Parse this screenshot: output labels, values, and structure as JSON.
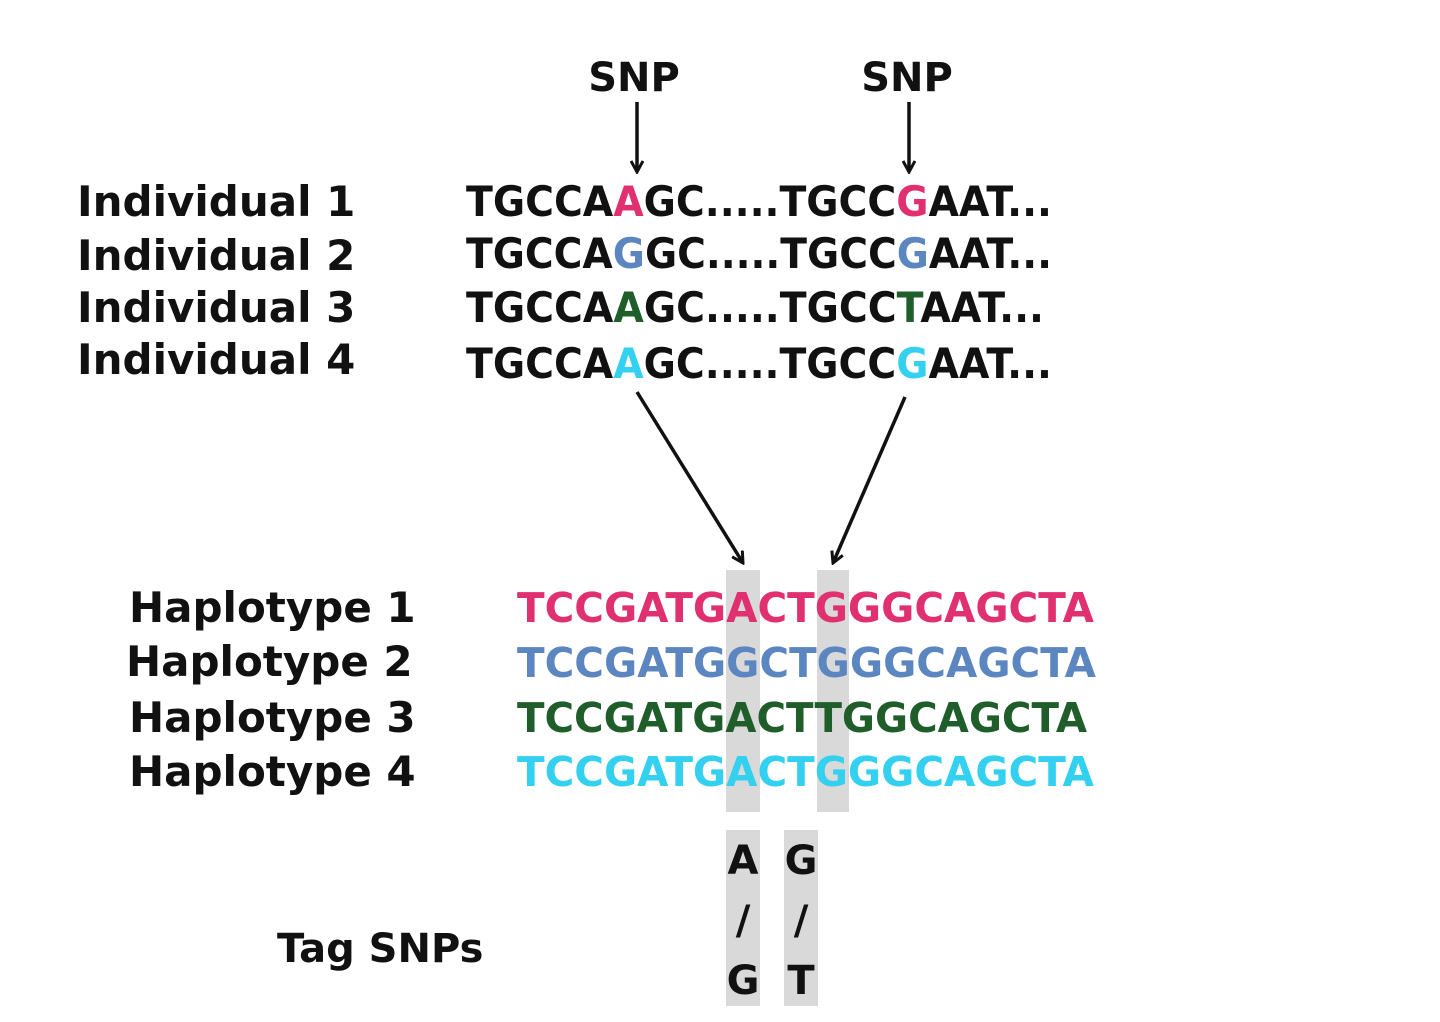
{
  "colors": {
    "text": "#111111",
    "haplotype_1": "#e0306f",
    "haplotype_2": "#5b86c0",
    "haplotype_3": "#1f5e2a",
    "haplotype_4": "#33d0f0",
    "shade": "#d9d9d9"
  },
  "snp_markers": [
    {
      "label": "SNP"
    },
    {
      "label": "SNP"
    }
  ],
  "individuals": [
    {
      "label": "Individual 1",
      "prefix": "TGCCA",
      "snp1": "A",
      "middle": "GC.....TGCC",
      "snp2": "G",
      "suffix": "AAT...",
      "color_key": "haplotype_1"
    },
    {
      "label": "Individual 2",
      "prefix": "TGCCA",
      "snp1": "G",
      "middle": "GC.....TGCC",
      "snp2": "G",
      "suffix": "AAT...",
      "color_key": "haplotype_2"
    },
    {
      "label": "Individual 3",
      "prefix": "TGCCA",
      "snp1": "A",
      "middle": "GC.....TGCC",
      "snp2": "T",
      "suffix": "AAT...",
      "color_key": "haplotype_3"
    },
    {
      "label": "Individual 4",
      "prefix": "TGCCA",
      "snp1": "A",
      "middle": "GC.....TGCC",
      "snp2": "G",
      "suffix": "AAT...",
      "color_key": "haplotype_4"
    }
  ],
  "haplotypes": [
    {
      "label": "Haplotype 1",
      "sequence": "TCCGATGACTGGGCAGCTA",
      "color_key": "haplotype_1"
    },
    {
      "label": "Haplotype 2",
      "sequence": "TCCGATGGCTGGGCAGCTA",
      "color_key": "haplotype_2"
    },
    {
      "label": "Haplotype 3",
      "sequence": "TCCGATGACTTGGCAGCTA",
      "color_key": "haplotype_3"
    },
    {
      "label": "Haplotype 4",
      "sequence": "TCCGATGACTGGGCAGCTA",
      "color_key": "haplotype_4"
    }
  ],
  "tag_snps": {
    "label": "Tag SNPs",
    "columns": [
      {
        "top": "A",
        "sep": "/",
        "bottom": "G"
      },
      {
        "top": "G",
        "sep": "/",
        "bottom": "T"
      }
    ]
  }
}
